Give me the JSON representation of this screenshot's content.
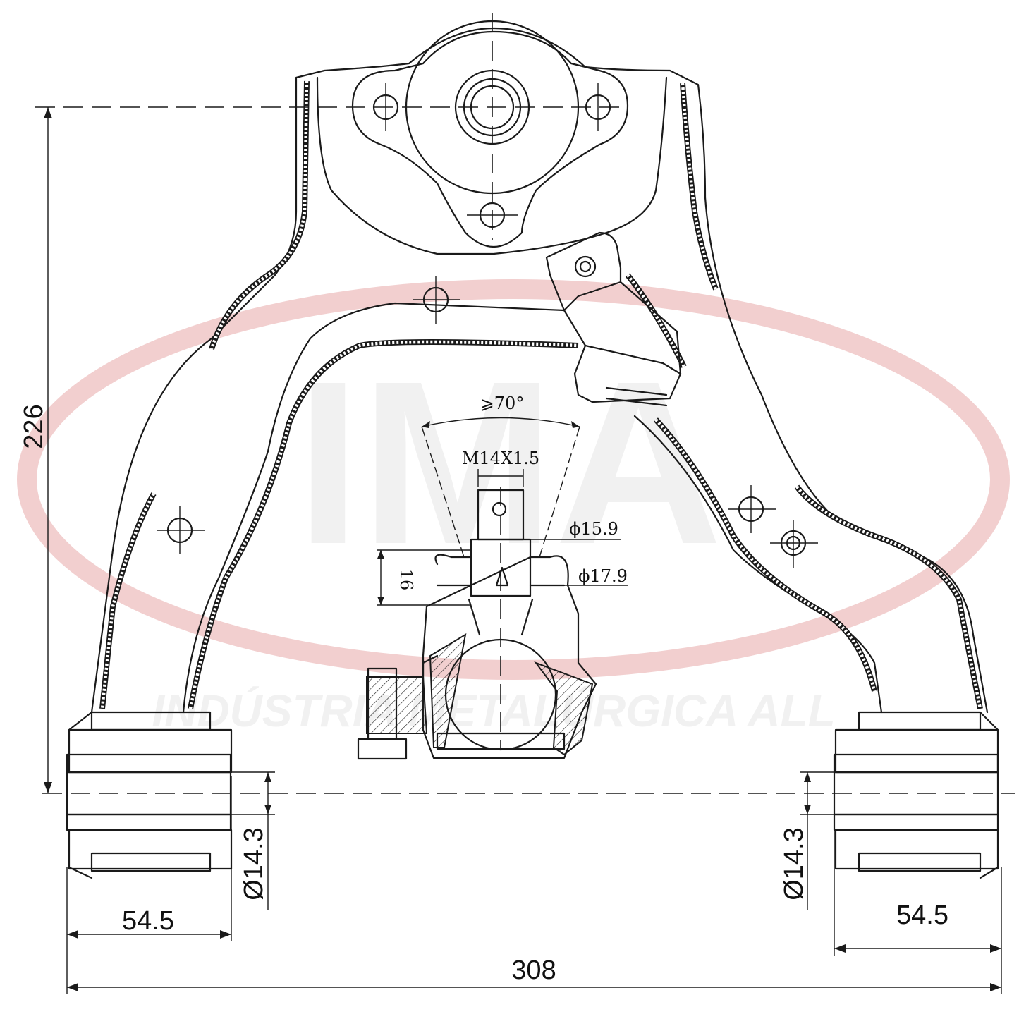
{
  "watermark": {
    "brand": "IMA",
    "tagline": "INDÚSTRIA METALÚRGICA ALL",
    "ring_color": "#e8a8a8",
    "text_color": "#e6e6e6"
  },
  "dimensions": {
    "height": "226",
    "total_width": "308",
    "bushing_width_left": "54.5",
    "bushing_width_right": "54.5",
    "bushing_bore_left": "Ø14.3",
    "bushing_bore_right": "Ø14.3",
    "ball_angle": "⩾70°",
    "thread": "M14X1.5",
    "stud_diameter_small": "ϕ15.9",
    "stud_diameter_large": "ϕ17.9",
    "taper_length": "16"
  },
  "colors": {
    "line": "#1a1a1a",
    "background": "#ffffff"
  }
}
